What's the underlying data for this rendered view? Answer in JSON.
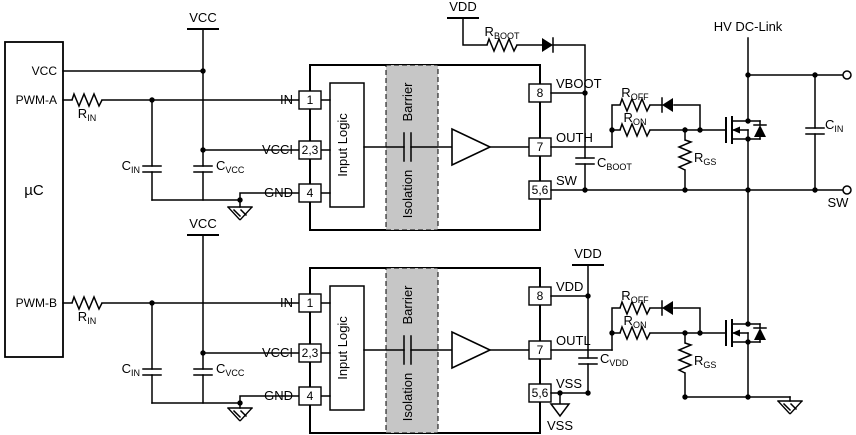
{
  "mcu": {
    "label": "µC",
    "vcc": "VCC",
    "pwma": "PWM-A",
    "pwmb": "PWM-B"
  },
  "rails": {
    "vcc": "VCC",
    "vdd": "VDD",
    "vss": "VSS",
    "hv": "HV DC-Link",
    "sw": "SW"
  },
  "ic": {
    "input_logic": "Input Logic",
    "barrier": "Barrier",
    "isolation": "Isolation",
    "pin_numbers": {
      "p1": "1",
      "p23": "2,3",
      "p4": "4",
      "p8": "8",
      "p7": "7",
      "p56": "5,6"
    },
    "common_pins": {
      "in": "IN",
      "vcci": "VCCI",
      "gnd": "GND"
    },
    "top_pins": {
      "p8": "VBOOT",
      "p7": "OUTH",
      "p56": "SW"
    },
    "bottom_pins": {
      "p8": "VDD",
      "p7": "OUTL",
      "p56": "VSS"
    }
  },
  "parts": {
    "rin": {
      "m": "R",
      "s": "IN"
    },
    "cin": {
      "m": "C",
      "s": "IN"
    },
    "cvcc": {
      "m": "C",
      "s": "VCC"
    },
    "rboot": {
      "m": "R",
      "s": "BOOT"
    },
    "roff": {
      "m": "R",
      "s": "OFF"
    },
    "ron": {
      "m": "R",
      "s": "ON"
    },
    "rgs": {
      "m": "R",
      "s": "GS"
    },
    "cboot": {
      "m": "C",
      "s": "BOOT"
    },
    "cvdd": {
      "m": "C",
      "s": "VDD"
    },
    "cin_bus": {
      "m": "C",
      "s": "IN"
    }
  },
  "colors": {
    "barrier_fill": "#c6c6c6",
    "line": "#000000"
  }
}
